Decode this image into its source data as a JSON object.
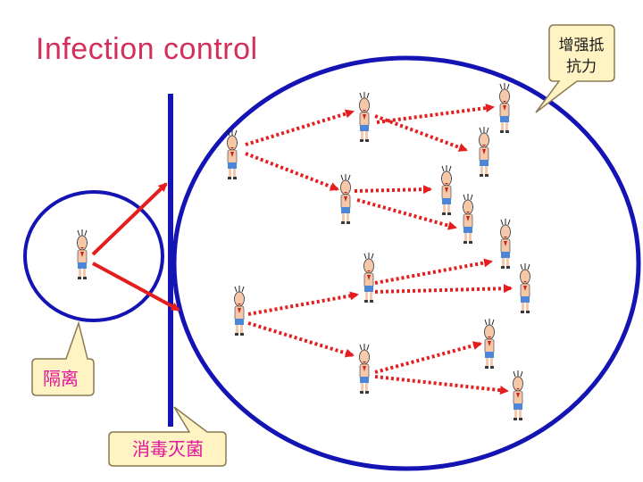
{
  "title": "Infection control",
  "callouts": {
    "immunity": {
      "line1": "增强抵",
      "line2": "抗力"
    },
    "isolation": "隔离",
    "disinfection": "消毒灭菌"
  },
  "colors": {
    "title": "#d22f5a",
    "circle": "#1414b4",
    "barrier": "#1414b4",
    "arrow": "#e41e1e",
    "callout_fill": "#fff3c4",
    "callout_stroke": "#8a7a50",
    "isolation_text": "#e0139a",
    "disinfection_text": "#e0139a",
    "immunity_text": "#1a1a1a"
  },
  "icons": [
    "person-figure-icon"
  ]
}
